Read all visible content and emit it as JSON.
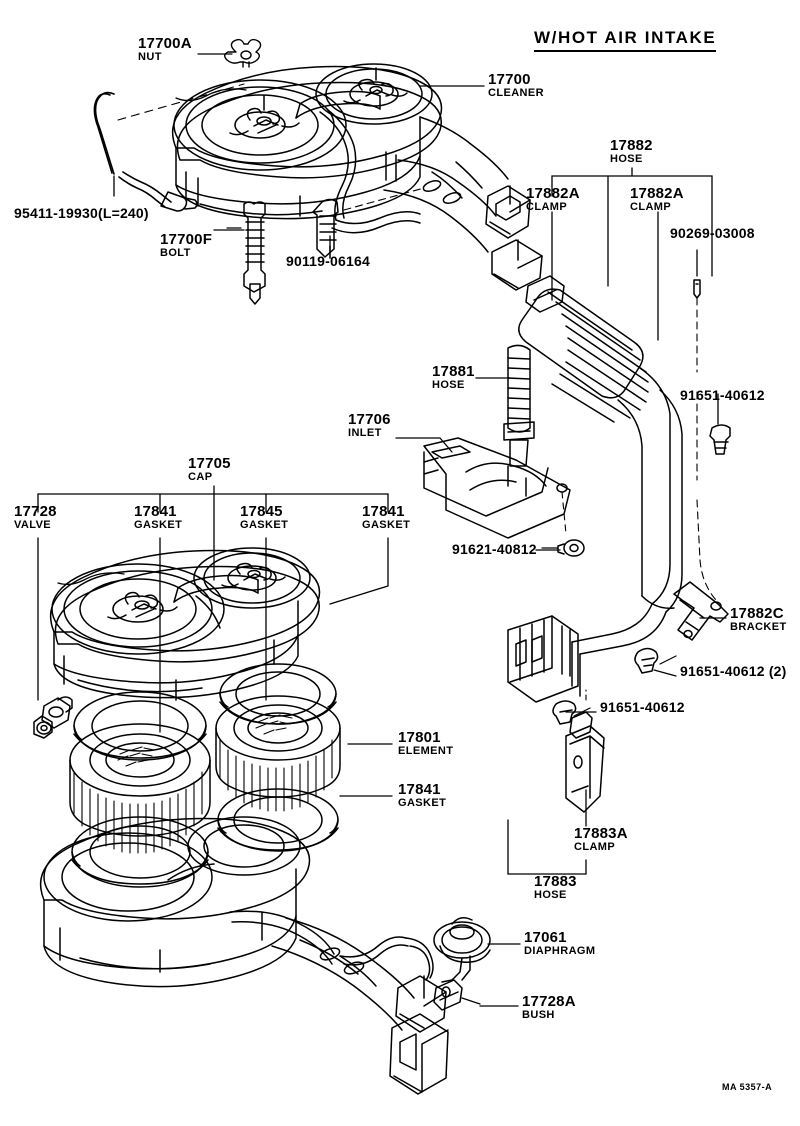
{
  "sheet": {
    "title": "W/HOT AIR INTAKE",
    "corner_code": "MA 5357-A"
  },
  "parts": [
    {
      "id": "nut",
      "number": "17700A",
      "name": "NUT"
    },
    {
      "id": "cleaner",
      "number": "17700",
      "name": "CLEANER"
    },
    {
      "id": "wire",
      "number": "95411-19930(L=240)",
      "name": ""
    },
    {
      "id": "bolt",
      "number": "17700F",
      "name": "BOLT"
    },
    {
      "id": "screw",
      "number": "90119-06164",
      "name": ""
    },
    {
      "id": "hose882",
      "number": "17882",
      "name": "HOSE"
    },
    {
      "id": "clamp882a1",
      "number": "17882A",
      "name": "CLAMP"
    },
    {
      "id": "clamp882a2",
      "number": "17882A",
      "name": "CLAMP"
    },
    {
      "id": "clip90269",
      "number": "90269-03008",
      "name": ""
    },
    {
      "id": "hose881",
      "number": "17881",
      "name": "HOSE"
    },
    {
      "id": "inlet",
      "number": "17706",
      "name": "INLET"
    },
    {
      "id": "bolt91651a",
      "number": "91651-40612",
      "name": ""
    },
    {
      "id": "nut91621",
      "number": "91621-40812",
      "name": ""
    },
    {
      "id": "cap",
      "number": "17705",
      "name": "CAP"
    },
    {
      "id": "valve",
      "number": "17728",
      "name": "VALVE"
    },
    {
      "id": "gasket1",
      "number": "17841",
      "name": "GASKET"
    },
    {
      "id": "gasket845",
      "number": "17845",
      "name": "GASKET"
    },
    {
      "id": "gasket2",
      "number": "17841",
      "name": "GASKET"
    },
    {
      "id": "element",
      "number": "17801",
      "name": "ELEMENT"
    },
    {
      "id": "gasket3",
      "number": "17841",
      "name": "GASKET"
    },
    {
      "id": "bracket",
      "number": "17882C",
      "name": "BRACKET"
    },
    {
      "id": "bolt91651b",
      "number": "91651-40612 (2)",
      "name": ""
    },
    {
      "id": "bolt91651c",
      "number": "91651-40612",
      "name": ""
    },
    {
      "id": "clamp883a",
      "number": "17883A",
      "name": "CLAMP"
    },
    {
      "id": "hose883",
      "number": "17883",
      "name": "HOSE"
    },
    {
      "id": "diaphragm",
      "number": "17061",
      "name": "DIAPHRAGM"
    },
    {
      "id": "bush",
      "number": "17728A",
      "name": "BUSH"
    }
  ]
}
